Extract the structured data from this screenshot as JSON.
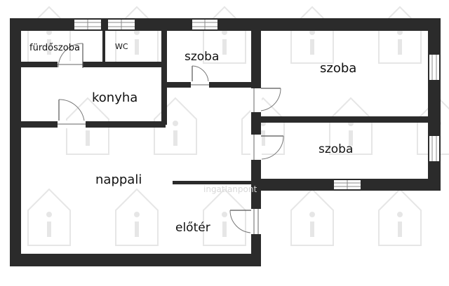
{
  "colors": {
    "wall": "#2b2b2b",
    "background": "#ffffff",
    "window_glass": "#ffffff",
    "door_line": "#555555",
    "watermark": "#e6e6e6"
  },
  "rooms": {
    "furdoszoba": "fürdőszoba",
    "wc": "WC",
    "szoba_small": "szoba",
    "szoba_top_right": "szoba",
    "konyha": "konyha",
    "szoba_mid_right": "szoba",
    "nappali": "nappali",
    "eloter": "előtér"
  },
  "watermark": {
    "text": "ingatlanpont",
    "icon": "house-info-icon"
  }
}
